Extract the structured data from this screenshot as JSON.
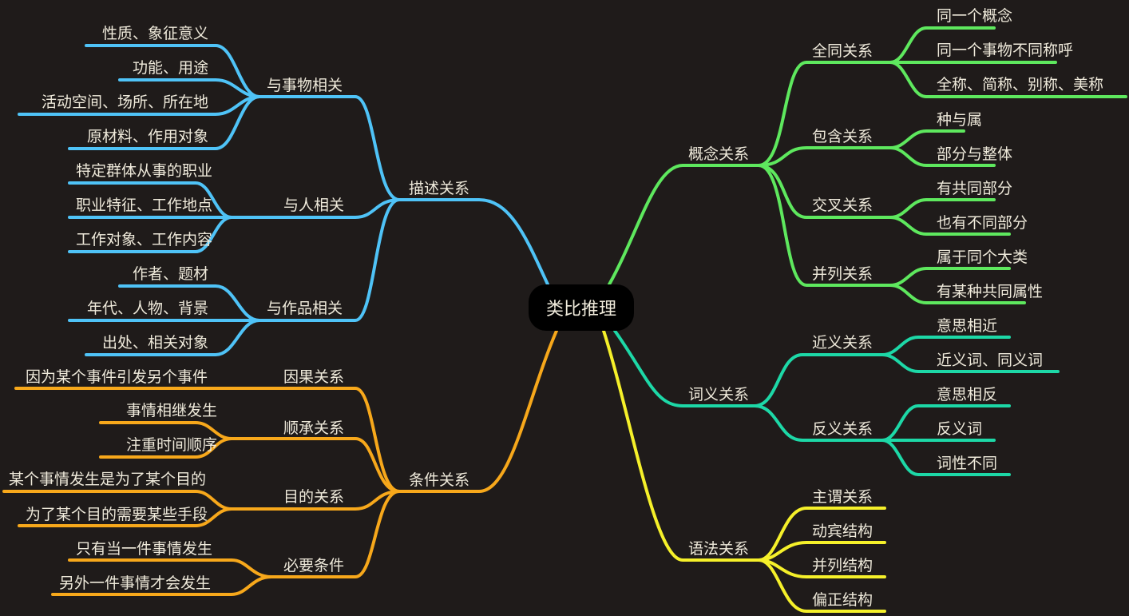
{
  "root": {
    "label": "类比推理"
  },
  "colors": {
    "background": "#1f1b1a",
    "describe": "#4fc3f7",
    "condition": "#f7a81b",
    "concept": "#5ee85e",
    "meaning": "#1dd8a7",
    "grammar": "#f5f02a",
    "text": "#efeadb"
  },
  "left": {
    "describe": {
      "label": "描述关系",
      "children": [
        {
          "label": "与事物相关",
          "children": [
            "性质、象征意义",
            "功能、用途",
            "活动空间、场所、所在地",
            "原材料、作用对象"
          ]
        },
        {
          "label": "与人相关",
          "children": [
            "特定群体从事的职业",
            "职业特征、工作地点",
            "工作对象、工作内容"
          ]
        },
        {
          "label": "与作品相关",
          "children": [
            "作者、题材",
            "年代、人物、背景",
            "出处、相关对象"
          ]
        }
      ]
    },
    "condition": {
      "label": "条件关系",
      "children": [
        {
          "label": "因果关系",
          "children": [
            "因为某个事件引发另个事件"
          ]
        },
        {
          "label": "顺承关系",
          "children": [
            "事情相继发生",
            "注重时间顺序"
          ]
        },
        {
          "label": "目的关系",
          "children": [
            "某个事情发生是为了某个目的",
            "为了某个目的需要某些手段"
          ]
        },
        {
          "label": "必要条件",
          "children": [
            "只有当一件事情发生",
            "另外一件事情才会发生"
          ]
        }
      ]
    }
  },
  "right": {
    "concept": {
      "label": "概念关系",
      "children": [
        {
          "label": "全同关系",
          "children": [
            "同一个概念",
            "同一个事物不同称呼",
            "全称、简称、别称、美称"
          ]
        },
        {
          "label": "包含关系",
          "children": [
            "种与属",
            "部分与整体"
          ]
        },
        {
          "label": "交叉关系",
          "children": [
            "有共同部分",
            "也有不同部分"
          ]
        },
        {
          "label": "并列关系",
          "children": [
            "属于同个大类",
            "有某种共同属性"
          ]
        }
      ]
    },
    "meaning": {
      "label": "词义关系",
      "children": [
        {
          "label": "近义关系",
          "children": [
            "意思相近",
            "近义词、同义词"
          ]
        },
        {
          "label": "反义关系",
          "children": [
            "意思相反",
            "反义词",
            "词性不同"
          ]
        }
      ]
    },
    "grammar": {
      "label": "语法关系",
      "children": [
        "主谓关系",
        "动宾结构",
        "并列结构",
        "偏正结构"
      ]
    }
  }
}
